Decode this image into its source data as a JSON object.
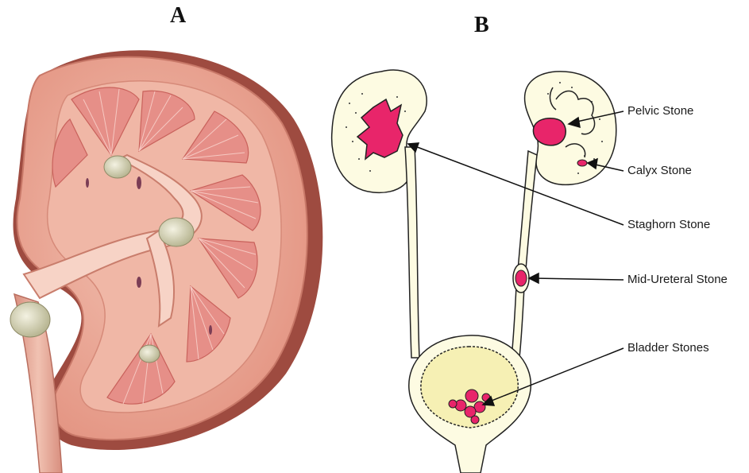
{
  "panels": {
    "a_label": "A",
    "b_label": "B"
  },
  "callouts": {
    "pelvic": "Pelvic Stone",
    "calyx": "Calyx Stone",
    "staghorn": "Staghorn Stone",
    "mid_ureteral": "Mid-Ureteral Stone",
    "bladder": "Bladder Stones"
  },
  "colors": {
    "kidney_flesh": "#e8a08c",
    "kidney_outer": "#a7554a",
    "stone_fill": "#e8e4c6",
    "diagram_fill": "#fdfbe2",
    "stone_red": "#e8256a",
    "bladder_fill": "#f6f0b4"
  }
}
